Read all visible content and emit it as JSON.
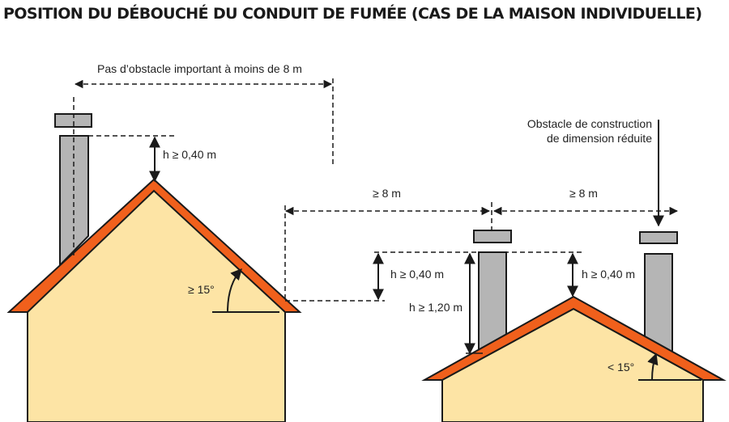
{
  "title": "POSITION DU DÉBOUCHÉ DU CONDUIT DE FUMÉE (CAS DE LA MAISON INDIVIDUELLE)",
  "labels": {
    "no_obstacle": "Pas d’obstacle important à moins de 8 m",
    "h_min_left": "h ≥ 0,40 m",
    "angle_left": "≥ 15°",
    "dist_left": "≥ 8 m",
    "dist_right": "≥ 8 m",
    "h_min_mid": "h ≥ 0,40 m",
    "h_min_mid_120": "h ≥ 1,20 m",
    "h_min_right": "h ≥ 0,40 m",
    "obstacle_line1": "Obstacle de construction",
    "obstacle_line2": "de dimension réduite",
    "angle_right": "< 15°"
  },
  "colors": {
    "wall": "#fde4a5",
    "roof": "#f0601c",
    "chimney": "#b5b5b5",
    "stroke": "#1a1a1a"
  }
}
